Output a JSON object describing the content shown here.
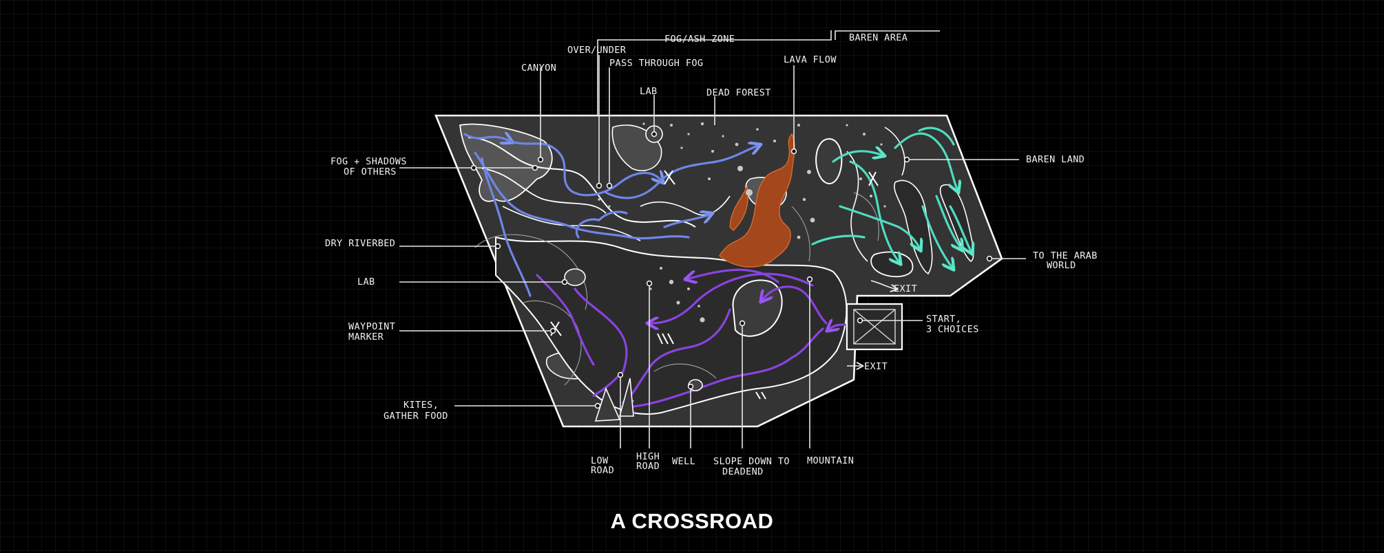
{
  "title": "A CROSSROAD",
  "zones": {
    "fog_ash": "FOG/ASH ZONE",
    "barren_area": "BAREN AREA"
  },
  "labels": {
    "over_under": "OVER/UNDER",
    "pass_through_fog": "PASS THROUGH FOG",
    "canyon": "CANYON",
    "lab_top": "LAB",
    "dead_forest": "DEAD FOREST",
    "lava_flow": "LAVA FLOW",
    "fog_shadows_1": "FOG + SHADOWS",
    "fog_shadows_2": "OF OTHERS",
    "barren_land": "BAREN LAND",
    "dry_riverbed": "DRY RIVERBED",
    "to_arab_1": "TO THE ARAB",
    "to_arab_2": "WORLD",
    "lab_left": "LAB",
    "exit_top": "EXIT",
    "start_1": "START,",
    "start_2": "3 CHOICES",
    "waypoint_1": "WAYPOINT",
    "waypoint_2": "MARKER",
    "exit_bottom": "EXIT",
    "kites_1": "KITES,",
    "kites_2": "GATHER FOOD",
    "low_road_1": "LOW",
    "low_road_2": "ROAD",
    "high_road_1": "HIGH",
    "high_road_2": "ROAD",
    "well": "WELL",
    "slope_1": "SLOPE DOWN TO",
    "slope_2": "DEADEND",
    "mountain": "MOUNTAIN"
  },
  "colors": {
    "background": "#000000",
    "path_blue": "#6f86e8",
    "path_purple": "#8a43e0",
    "path_teal": "#4fdcc0",
    "lava": "#a3471c",
    "outline": "#ffffff"
  }
}
